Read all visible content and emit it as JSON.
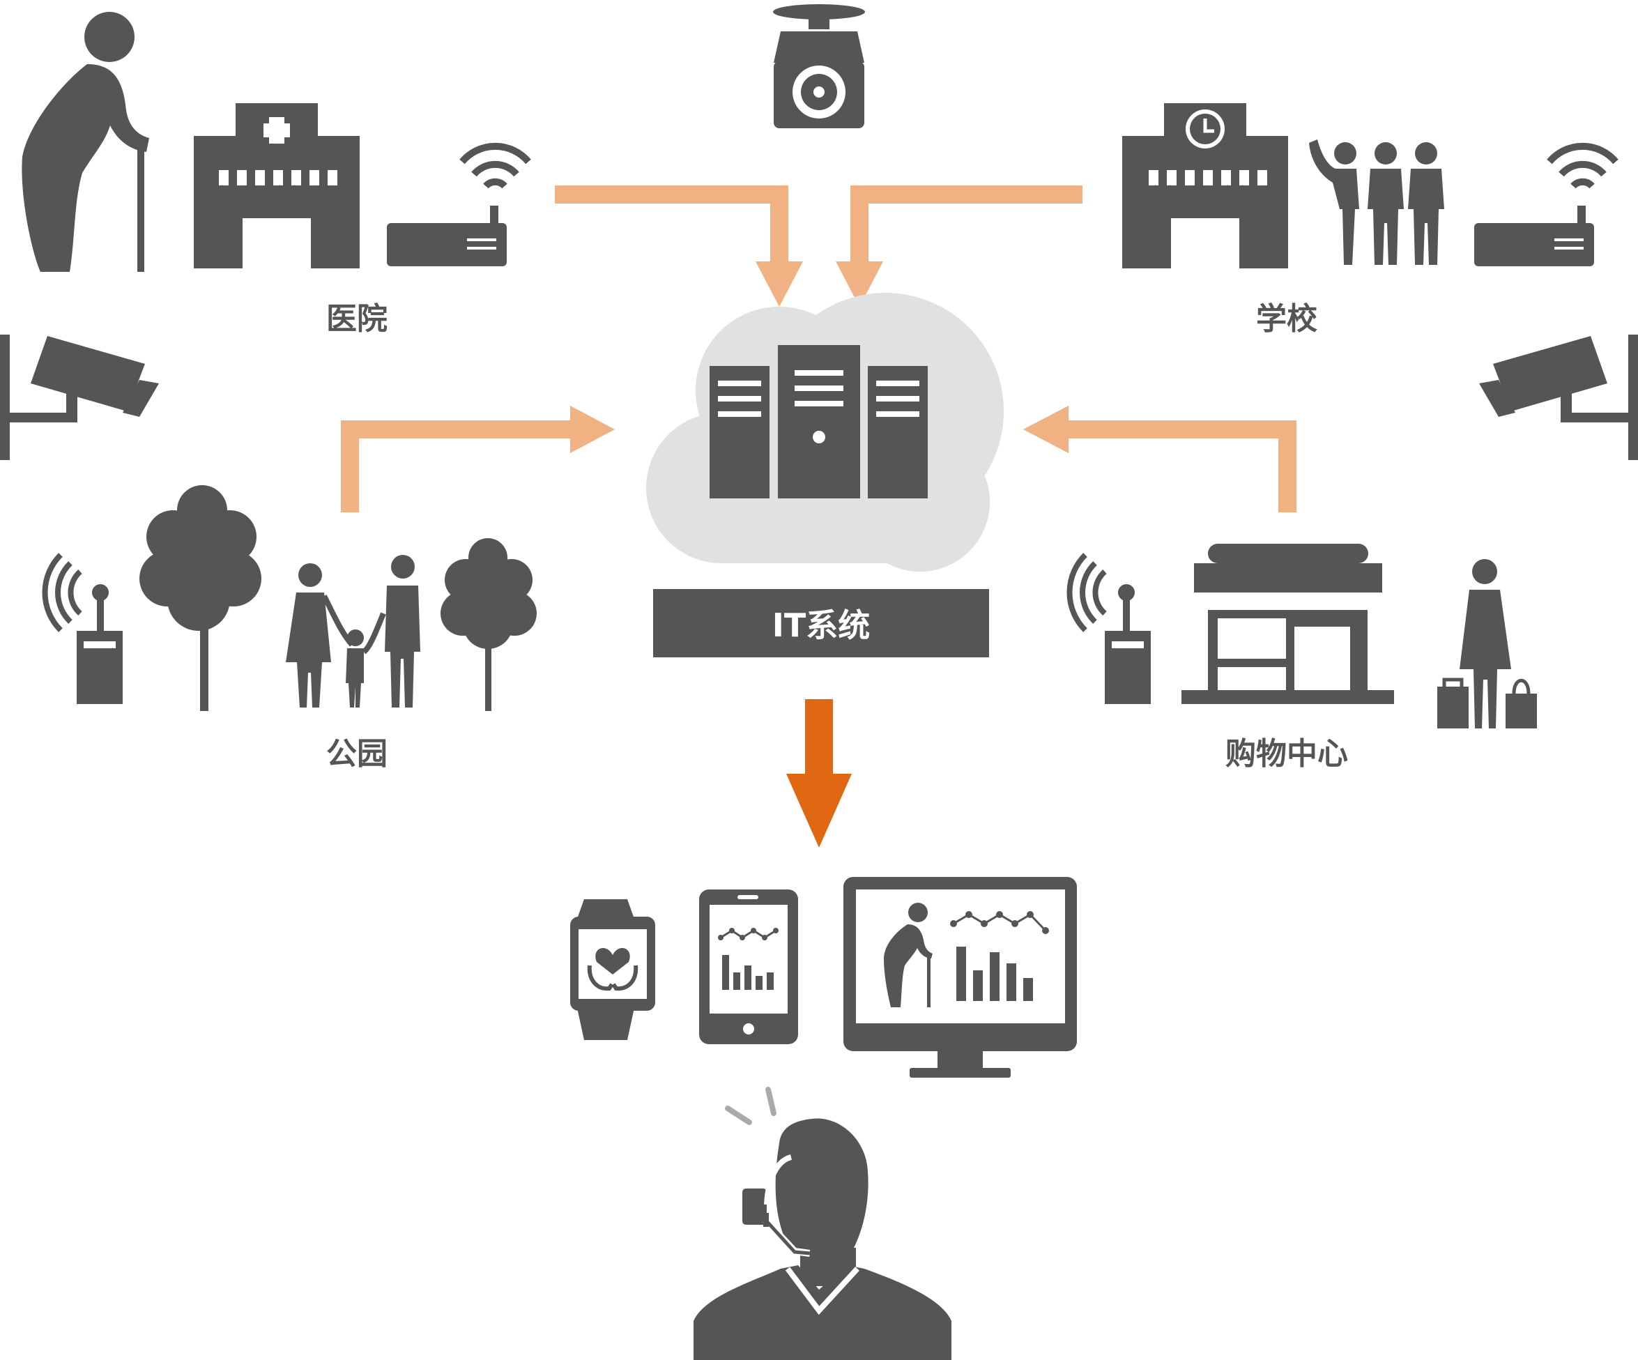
{
  "labels": {
    "hospital": "医院",
    "school": "学校",
    "park": "公园",
    "mall": "购物中心",
    "it_system": "IT系统"
  },
  "colors": {
    "icon": "#555555",
    "arrow_light": "#f0b183",
    "arrow_dark": "#e06812",
    "cloud": "#e1e1e1",
    "screen_line": "#555555",
    "accent_gray": "#aaaaaa"
  }
}
